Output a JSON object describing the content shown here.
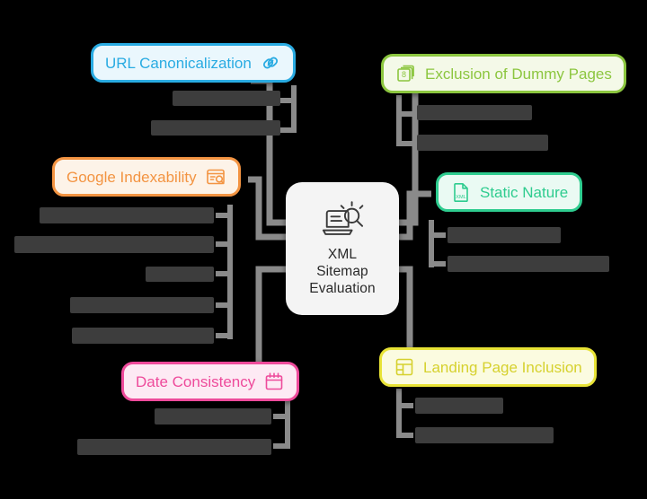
{
  "diagram": {
    "type": "mindmap",
    "background_color": "#000000",
    "connector_color": "#8a8a8a"
  },
  "center": {
    "title_line_1": "XML",
    "title_line_2": "Sitemap",
    "title_line_3": "Evaluation",
    "icon": "laptop-search-icon",
    "background_color": "#f4f4f4",
    "text_color": "#2a2a2a"
  },
  "branches": [
    {
      "id": "url-canonicalization",
      "label": "URL Canonicalization",
      "icon": "link-icon",
      "accent_color": "#29abe2",
      "fill_color": "#eaf7fd",
      "subitem_count": 2
    },
    {
      "id": "exclusion-of-dummy-pages",
      "label": "Exclusion of Dummy Pages",
      "icon": "stacked-pages-8-icon",
      "icon_badge": "8",
      "accent_color": "#8cc63f",
      "fill_color": "#f4f9e8",
      "subitem_count": 2
    },
    {
      "id": "google-indexability",
      "label": "Google Indexability",
      "icon": "browser-search-icon",
      "accent_color": "#f39442",
      "fill_color": "#fdf3e8",
      "subitem_count": 5
    },
    {
      "id": "static-nature",
      "label": "Static Nature",
      "icon": "xml-file-icon",
      "icon_badge": "XML",
      "accent_color": "#2ecc8f",
      "fill_color": "#eafaf3",
      "subitem_count": 2
    },
    {
      "id": "date-consistency",
      "label": "Date Consistency",
      "icon": "calendar-icon",
      "accent_color": "#ee4b9b",
      "fill_color": "#fdeaf4",
      "subitem_count": 2
    },
    {
      "id": "landing-page-inclusion",
      "label": "Landing Page Inclusion",
      "icon": "layout-grid-icon",
      "accent_color": "#e8e336",
      "fill_color": "#fbfbe0",
      "subitem_count": 2
    }
  ]
}
